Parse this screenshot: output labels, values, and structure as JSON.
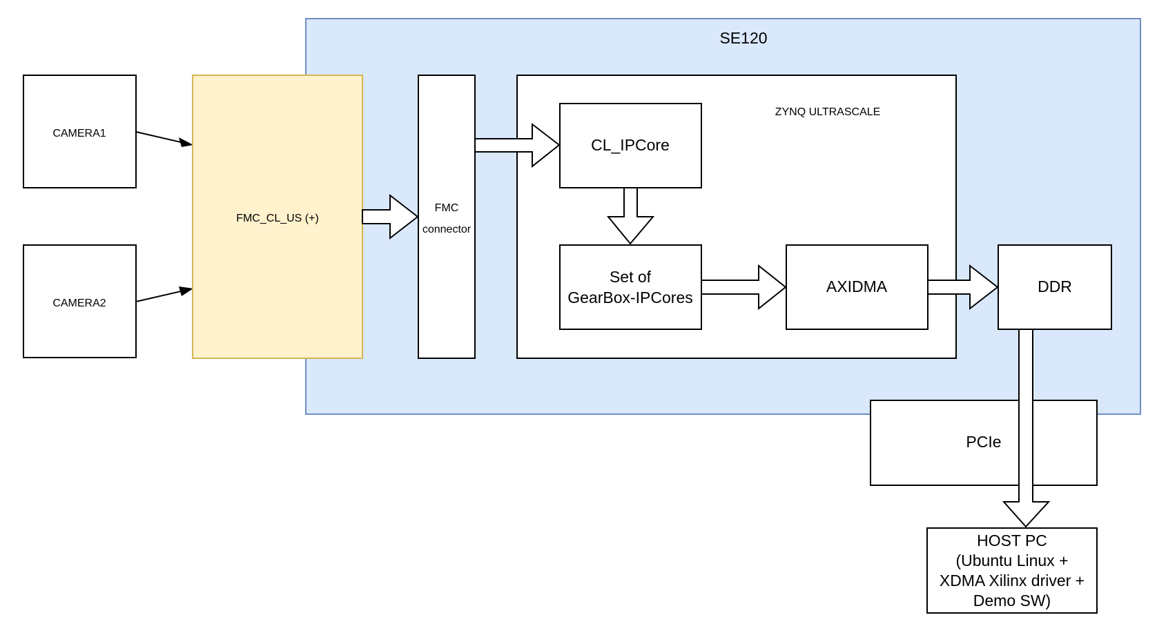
{
  "colors": {
    "board_fill": "#dae8fc",
    "board_stroke": "#6c8ebf",
    "fmc_fill": "#fff2cc",
    "fmc_stroke": "#d6b656",
    "box_fill": "#ffffff",
    "line": "#000000"
  },
  "labels": {
    "board": "SE120",
    "camera1": "CAMERA1",
    "camera2": "CAMERA2",
    "fmc_card": "FMC_CL_US (+)",
    "fmc_connector_1": "FMC",
    "fmc_connector_2": "connector",
    "zynq": "ZYNQ ULTRASCALE",
    "cl_ipcore": "CL_IPCore",
    "gearbox_1": "Set of",
    "gearbox_2": "GearBox-IPCores",
    "axidma": "AXIDMA",
    "ddr": "DDR",
    "pcie": "PCIe",
    "host_1": "HOST PC",
    "host_2": "(Ubuntu Linux +",
    "host_3": "XDMA Xilinx driver +",
    "host_4": "Demo SW)"
  }
}
